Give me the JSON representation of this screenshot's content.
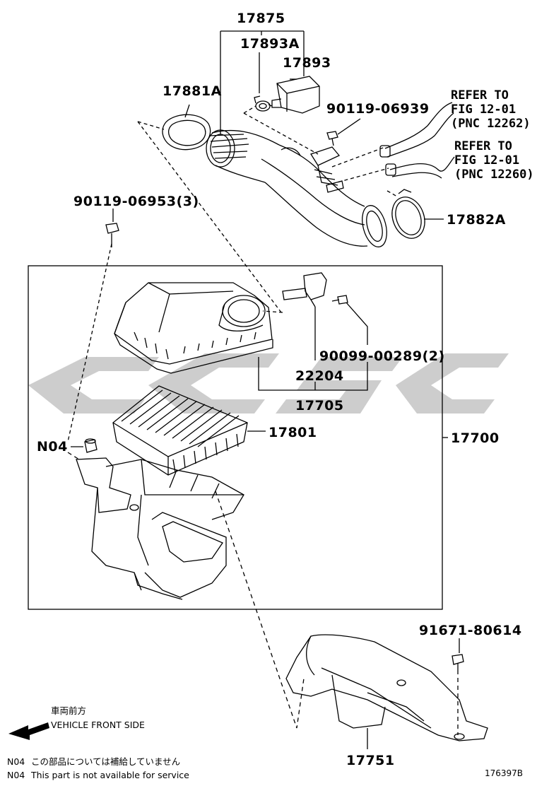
{
  "labels": {
    "p17875": "17875",
    "p17893A": "17893A",
    "p17893": "17893",
    "p17881A": "17881A",
    "p90119_06939": "90119-06939",
    "ref1_line1": "REFER TO",
    "ref1_line2": "FIG 12-01",
    "ref1_line3": "(PNC 12262)",
    "ref2_line1": "REFER TO",
    "ref2_line2": "FIG 12-01",
    "ref2_line3": "(PNC 12260)",
    "p90119_06953": "90119-06953(3)",
    "p17882A": "17882A",
    "p90099_00289": "90099-00289(2)",
    "p22204": "22204",
    "p17705": "17705",
    "pN04": "N04",
    "p17801": "17801",
    "p17700": "17700",
    "p91671_80614": "91671-80614",
    "p17751": "17751"
  },
  "direction": {
    "jp": "車両前方",
    "en": "VEHICLE FRONT SIDE"
  },
  "notes": [
    {
      "code": "N04",
      "text": "この部品については補給していません"
    },
    {
      "code": "N04",
      "text": "This part is not available for service"
    }
  ],
  "figure_id": "176397B",
  "watermark": "CCSC",
  "colors": {
    "line": "#000000",
    "watermark": "#c8c8c8"
  }
}
